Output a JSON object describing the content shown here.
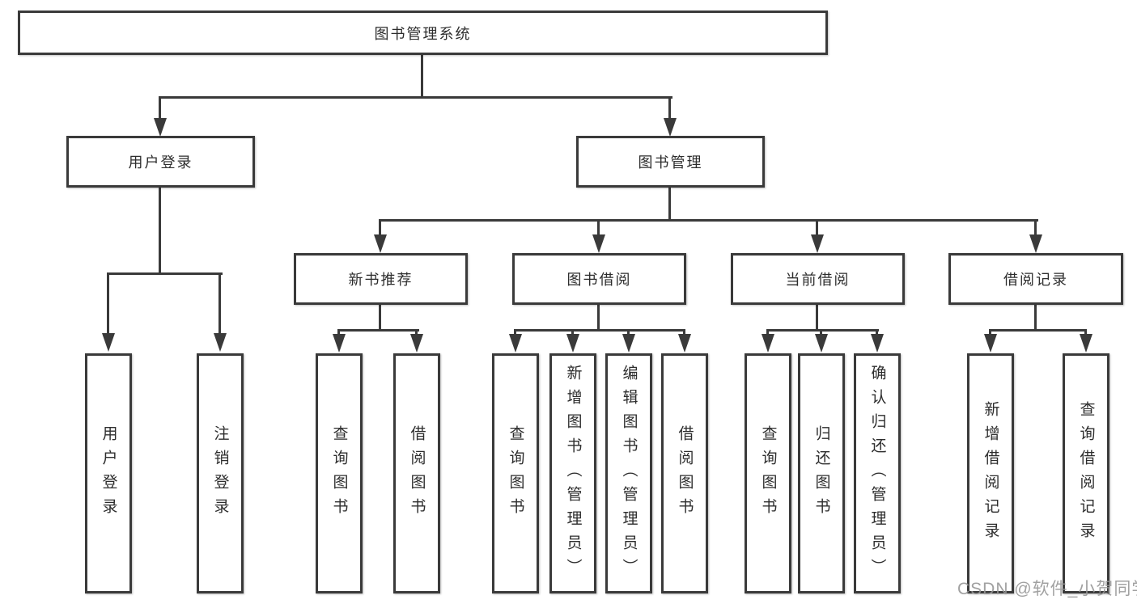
{
  "tree": {
    "root": "图书管理系统",
    "children": [
      {
        "label": "用户登录",
        "children": [
          {
            "label": "用户登录"
          },
          {
            "label": "注销登录"
          }
        ]
      },
      {
        "label": "图书管理",
        "children": [
          {
            "label": "新书推荐",
            "children": [
              {
                "label": "查询图书"
              },
              {
                "label": "借阅图书"
              }
            ]
          },
          {
            "label": "图书借阅",
            "children": [
              {
                "label": "查询图书"
              },
              {
                "label": "新增图书（管理员）"
              },
              {
                "label": "编辑图书（管理员）"
              },
              {
                "label": "借阅图书"
              }
            ]
          },
          {
            "label": "当前借阅",
            "children": [
              {
                "label": "查询图书"
              },
              {
                "label": "归还图书"
              },
              {
                "label": "确认归还（管理员）"
              }
            ]
          },
          {
            "label": "借阅记录",
            "children": [
              {
                "label": "新增借阅记录"
              },
              {
                "label": "查询借阅记录"
              }
            ]
          }
        ]
      }
    ]
  },
  "watermark": {
    "text": "CSDN @软件_小贺同学",
    "color": "#979797"
  },
  "colors": {
    "line": "#3a3a3a",
    "text": "#2d2d2d",
    "background": "#ffffff"
  }
}
